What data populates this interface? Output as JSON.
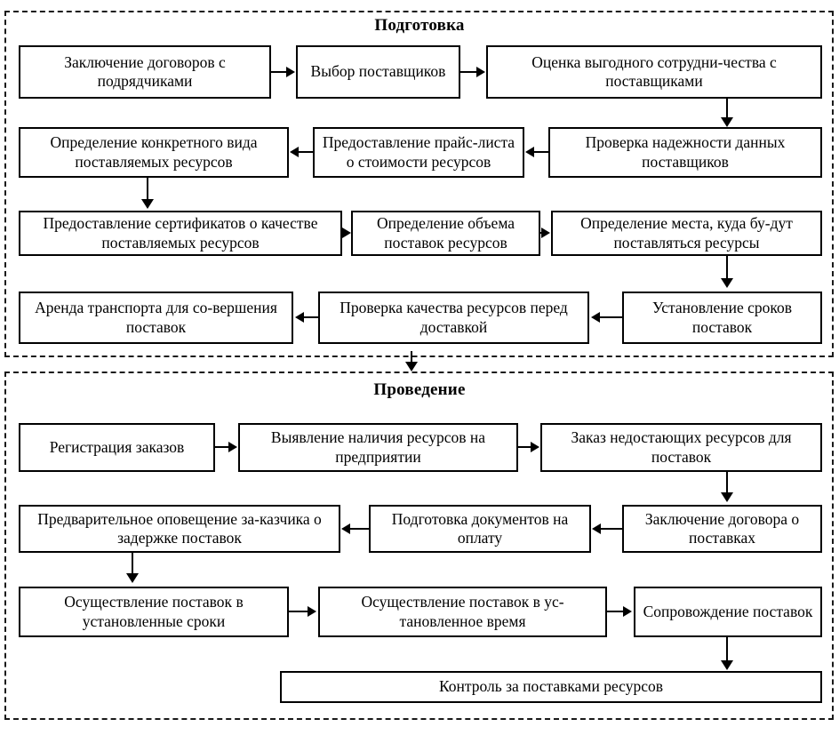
{
  "diagram": {
    "title_visible": false,
    "sections": [
      {
        "id": "preparation",
        "title": "Подготовка",
        "nodes": [
          {
            "id": "p1",
            "label": "Заключение договоров с подрядчиками"
          },
          {
            "id": "p2",
            "label": "Выбор поставщиков"
          },
          {
            "id": "p3",
            "label": "Оценка выгодного сотрудни-чества с поставщиками"
          },
          {
            "id": "p4",
            "label": "Проверка надежности данных поставщиков"
          },
          {
            "id": "p5",
            "label": "Предоставление прайс-листа о стоимости ресурсов"
          },
          {
            "id": "p6",
            "label": "Определение конкретного вида поставляемых ресурсов"
          },
          {
            "id": "p7",
            "label": "Предоставление сертификатов о качестве поставляемых ресурсов"
          },
          {
            "id": "p8",
            "label": "Определение объема поставок ресурсов"
          },
          {
            "id": "p9",
            "label": "Определение места, куда бу-дут поставляться ресурсы"
          },
          {
            "id": "p10",
            "label": "Установление сроков поставок"
          },
          {
            "id": "p11",
            "label": "Проверка качества ресурсов перед доставкой"
          },
          {
            "id": "p12",
            "label": "Аренда транспорта для со-вершения поставок"
          }
        ]
      },
      {
        "id": "execution",
        "title": "Проведение",
        "nodes": [
          {
            "id": "e1",
            "label": "Регистрация заказов"
          },
          {
            "id": "e2",
            "label": "Выявление наличия ресурсов на предприятии"
          },
          {
            "id": "e3",
            "label": "Заказ недостающих ресурсов для поставок"
          },
          {
            "id": "e4",
            "label": "Заключение договора о поставках"
          },
          {
            "id": "e5",
            "label": "Подготовка документов на оплату"
          },
          {
            "id": "e6",
            "label": "Предварительное оповещение за-казчика о задержке поставок"
          },
          {
            "id": "e7",
            "label": "Осуществление поставок в установленные сроки"
          },
          {
            "id": "e8",
            "label": "Осуществление поставок в ус-тановленное время"
          },
          {
            "id": "e9",
            "label": "Сопровождение поставок"
          },
          {
            "id": "e10",
            "label": "Контроль за поставками ресурсов"
          }
        ]
      }
    ],
    "colors": {
      "stroke": "#000000",
      "section_border": "#1a1a1a",
      "background": "#ffffff"
    }
  }
}
